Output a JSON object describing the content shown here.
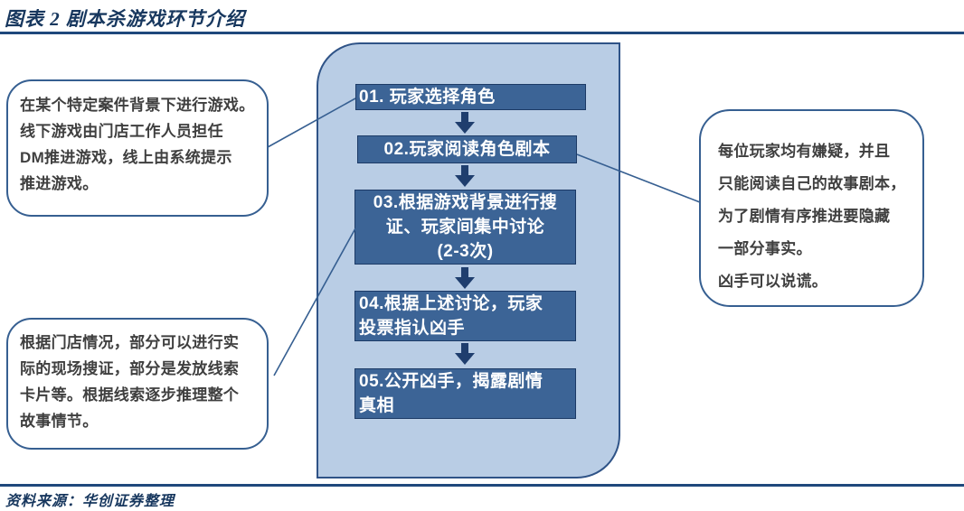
{
  "header": {
    "title": "图表 2  剧本杀游戏环节介绍"
  },
  "flow": {
    "steps": [
      {
        "id": "01",
        "label": "01. 玩家选择角色"
      },
      {
        "id": "02",
        "label": "02.玩家阅读角色剧本"
      },
      {
        "id": "03",
        "label": "03.根据游戏背景进行搜\n证、玩家间集中讨论\n(2-3次)"
      },
      {
        "id": "04",
        "label": "04.根据上述讨论，玩家\n投票指认凶手"
      },
      {
        "id": "05",
        "label": "05.公开凶手，揭露剧情\n真相"
      }
    ],
    "arrow_icon": "down-block-arrow"
  },
  "callouts": {
    "left_top": {
      "text": "在某个特定案件背景下进行游戏。\n线下游戏由门店工作人员担任\nDM推进游戏，线上由系统提示\n推进游戏。"
    },
    "left_bottom": {
      "text": "根据门店情况，部分可以进行实\n际的现场搜证，部分是发放线索\n卡片等。根据线索逐步推理整个\n故事情节。"
    },
    "right": {
      "text": "每位玩家均有嫌疑，并且\n只能阅读自己的故事剧本，\n为了剧情有序推进要隐藏\n一部分事实。\n凶手可以说谎。"
    }
  },
  "footer": {
    "source": "资料来源：华创证券整理"
  },
  "colors": {
    "title": "#17375e",
    "rule": "#1f487c",
    "container_fill": "#b9cde5",
    "container_border": "#2f5387",
    "step_fill": "#3c6496",
    "step_border": "#1c3a66",
    "step_text": "#ffffff",
    "callout_border": "#365f91",
    "callout_text": "#3f3f3f",
    "connector": "#365f91",
    "arrow": "#1f3e6e"
  }
}
